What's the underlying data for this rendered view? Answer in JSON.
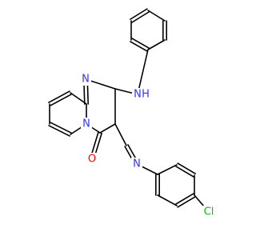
{
  "molecule": {
    "atoms": [
      {
        "id": "n_ring_top",
        "label": "N",
        "color": "#3333ff"
      },
      {
        "id": "nh",
        "label": "N",
        "color": "#3333ff"
      },
      {
        "id": "h_of_nh",
        "label": "H",
        "color": "#3333ff"
      },
      {
        "id": "n_bridge",
        "label": "N",
        "color": "#3333ff"
      },
      {
        "id": "o_carbonyl",
        "label": "O",
        "color": "#ff0000"
      },
      {
        "id": "n_imine",
        "label": "N",
        "color": "#3333ff"
      },
      {
        "id": "cl",
        "label": "Cl",
        "color": "#00cc00"
      }
    ]
  }
}
